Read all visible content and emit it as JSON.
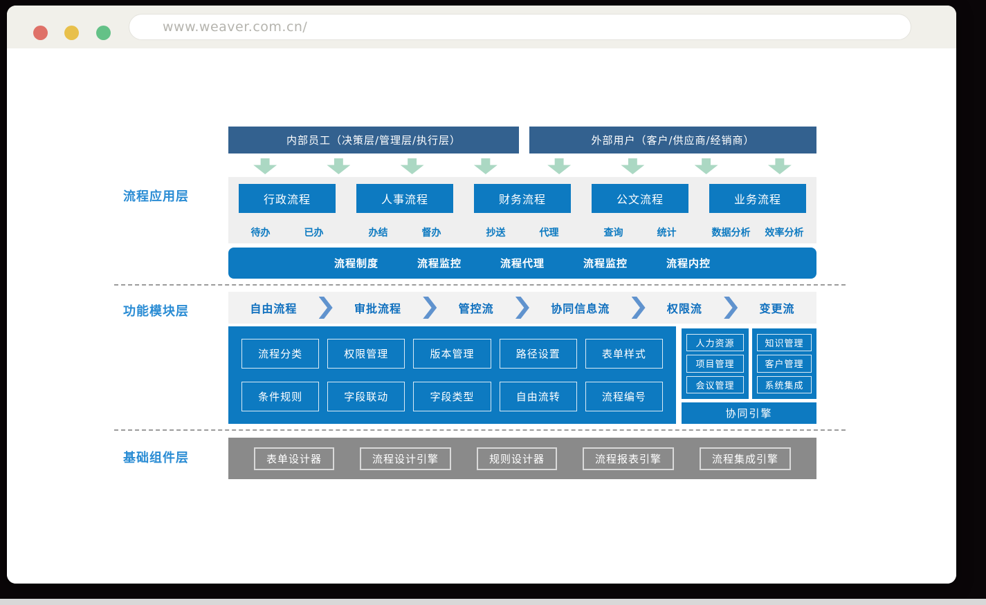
{
  "browser": {
    "url": "www.weaver.com.cn/",
    "window_controls": [
      "close",
      "minimize",
      "zoom"
    ]
  },
  "icons": {
    "down_arrow": "down-arrow",
    "chevron": "chevron-right"
  },
  "colors": {
    "primary_blue": "#0d7ac1",
    "header_navy": "#33618f",
    "arrow_green": "#abd8c3",
    "layer_label_blue": "#2a8cd4",
    "chevron_blue": "#6093ce",
    "flow_text_blue": "#0e6fbe",
    "foundation_gray": "#8a8a8a",
    "band_gray": "#efefef"
  },
  "layers": {
    "application": "流程应用层",
    "module": "功能模块层",
    "foundation": "基础组件层"
  },
  "application_layer": {
    "audiences": [
      "内部员工（决策层/管理层/执行层）",
      "外部用户（客户/供应商/经销商）"
    ],
    "arrow_count": 8,
    "process_groups": [
      {
        "name": "行政流程",
        "items": [
          "待办",
          "已办"
        ]
      },
      {
        "name": "人事流程",
        "items": [
          "办结",
          "督办"
        ]
      },
      {
        "name": "财务流程",
        "items": [
          "抄送",
          "代理"
        ]
      },
      {
        "name": "公文流程",
        "items": [
          "查询",
          "统计"
        ]
      },
      {
        "name": "业务流程",
        "items": [
          "数据分析",
          "效率分析"
        ]
      }
    ],
    "governance": [
      "流程制度",
      "流程监控",
      "流程代理",
      "流程监控",
      "流程内控"
    ]
  },
  "module_layer": {
    "flow_chain": [
      "自由流程",
      "审批流程",
      "管控流",
      "协同信息流",
      "权限流",
      "变更流"
    ],
    "feature_grid": [
      [
        "流程分类",
        "权限管理",
        "版本管理",
        "路径设置",
        "表单样式"
      ],
      [
        "条件规则",
        "字段联动",
        "字段类型",
        "自由流转",
        "流程编号"
      ]
    ],
    "side_left": [
      "人力资源",
      "项目管理",
      "会议管理"
    ],
    "side_right": [
      "知识管理",
      "客户管理",
      "系统集成"
    ],
    "engine": "协同引擎"
  },
  "foundation_layer": {
    "components": [
      "表单设计器",
      "流程设计引擎",
      "规则设计器",
      "流程报表引擎",
      "流程集成引擎"
    ]
  }
}
